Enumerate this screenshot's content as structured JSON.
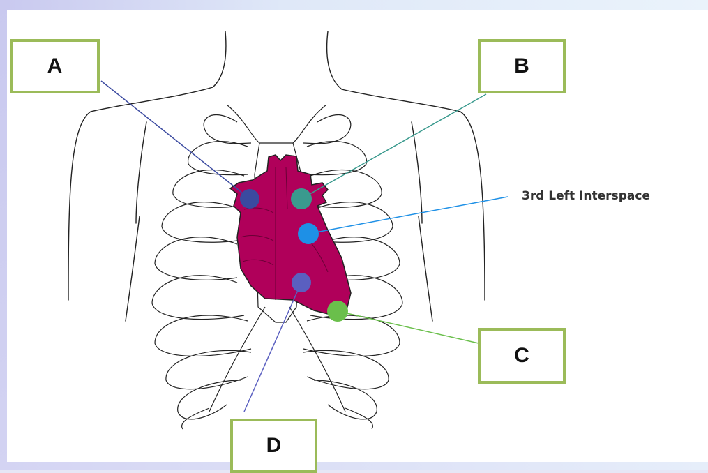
{
  "labels": {
    "a": "A",
    "b": "B",
    "c": "C",
    "d": "D"
  },
  "callout": "3rd Left Interspace",
  "colors": {
    "heart": "#b0005a",
    "box_border": "#9bbb59",
    "point_a": "#3b4aa0",
    "point_b": "#3a9a8e",
    "point_interspace": "#1e90e6",
    "point_c": "#6abf4b",
    "point_d": "#5a5fc0",
    "outline": "#222222"
  }
}
